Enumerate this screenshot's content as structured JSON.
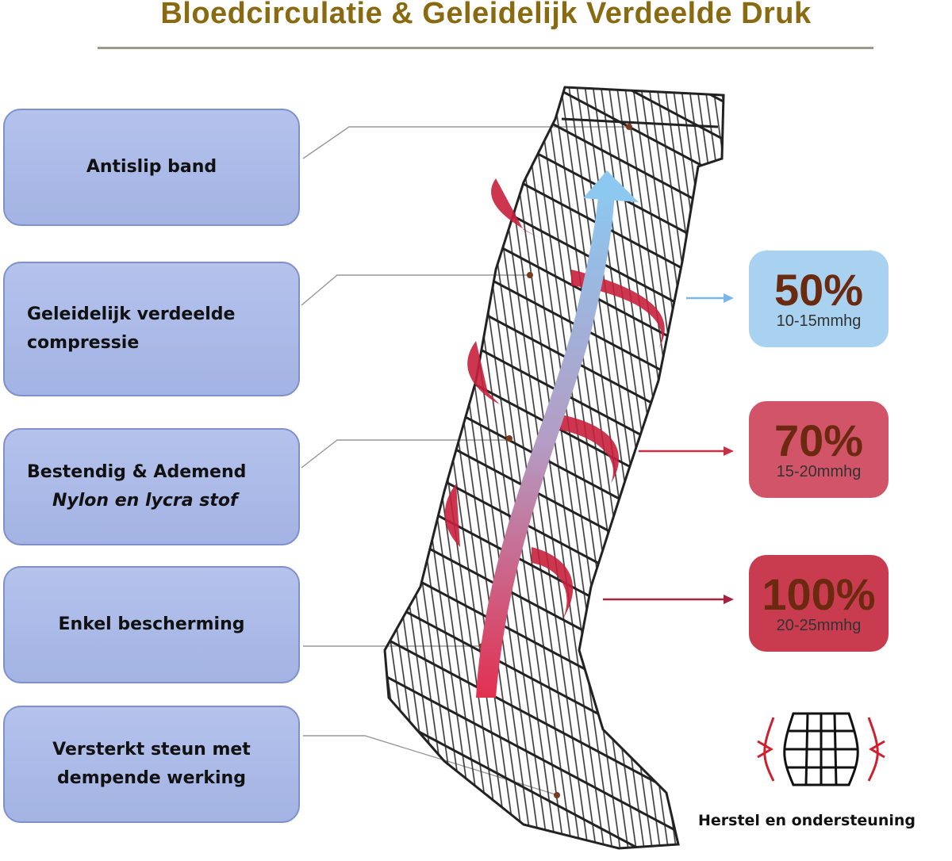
{
  "title": "Bloedcirculatie & Geleidelijk Verdeelde Druk",
  "features": [
    {
      "label": "Antislip band"
    },
    {
      "label": "Geleidelijk verdeelde compressie"
    },
    {
      "label": "Bestendig & Ademend",
      "sublabel": "Nylon en lycra stof"
    },
    {
      "label": "Enkel bescherming"
    },
    {
      "label": "Versterkt steun met dempende werking"
    }
  ],
  "pressure_levels": [
    {
      "percent": "50%",
      "range": "10-15mmhg",
      "color": "#a8d2f0"
    },
    {
      "percent": "70%",
      "range": "15-20mmhg",
      "color": "#d25468"
    },
    {
      "percent": "100%",
      "range": "20-25mmhg",
      "color": "#c93c50"
    }
  ],
  "recovery_label": "Herstel en ondersteuning",
  "icons": [
    "compression-sock-illustration",
    "blood-flow-arrow-icon",
    "compression-icon"
  ]
}
